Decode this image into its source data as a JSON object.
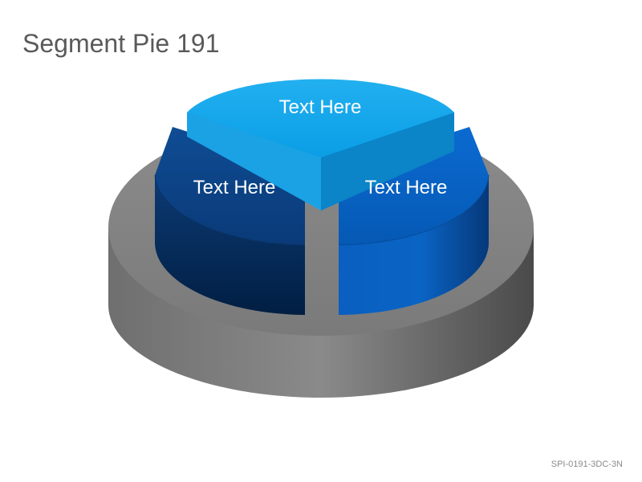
{
  "title": "Segment Pie 191",
  "footer_code": "SPI-0191-3DC-3N",
  "segments": [
    {
      "label": "Text Here",
      "color": "#0fa6ec"
    },
    {
      "label": "Text Here",
      "color": "#0b3f80"
    },
    {
      "label": "Text Here",
      "color": "#0563c1"
    }
  ],
  "base_color": "#7f7f7f"
}
